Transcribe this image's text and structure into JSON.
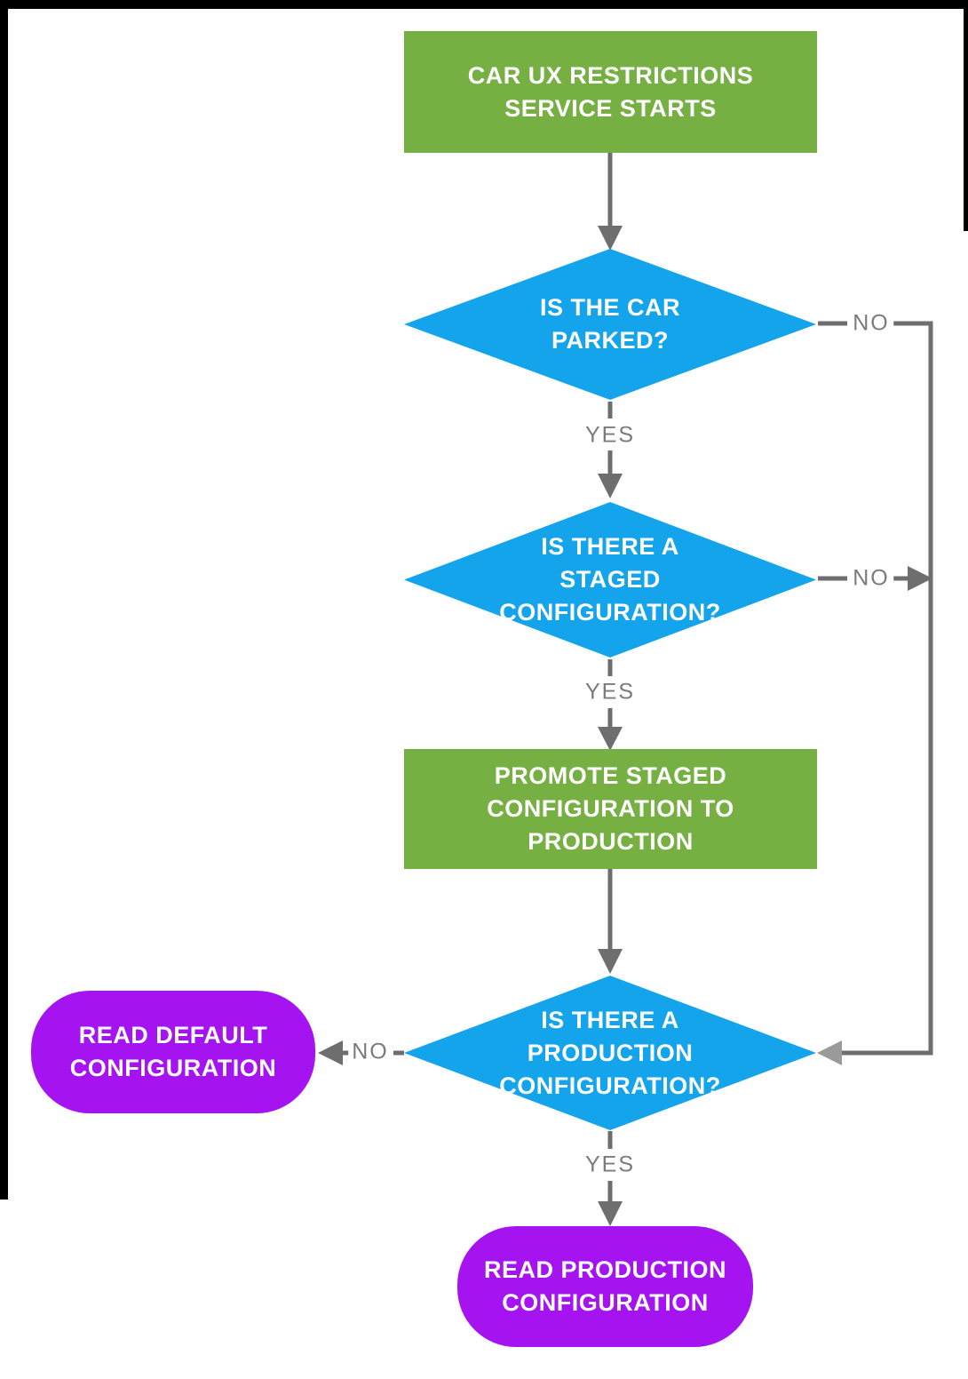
{
  "colors": {
    "process_fill": "#76B043",
    "decision_fill": "#14A4EC",
    "terminal_fill": "#A413F0",
    "connector": "#6E6E6E",
    "merge_arrowhead": "#9A9A9A",
    "node_text": "#FFFFFF",
    "edge_label_text": "#7B7B7B",
    "frame": "#000000",
    "background": "#FFFFFF"
  },
  "nodes": [
    {
      "id": "start",
      "type": "process",
      "lines": [
        "CAR UX RESTRICTIONS",
        "SERVICE STARTS"
      ]
    },
    {
      "id": "is-parked",
      "type": "decision",
      "lines": [
        "IS THE CAR",
        "PARKED?"
      ]
    },
    {
      "id": "is-staged",
      "type": "decision",
      "lines": [
        "IS THERE A",
        "STAGED",
        "CONFIGURATION?"
      ]
    },
    {
      "id": "promote",
      "type": "process",
      "lines": [
        "PROMOTE STAGED",
        "CONFIGURATION TO PRODUCTION"
      ]
    },
    {
      "id": "is-production",
      "type": "decision",
      "lines": [
        "IS THERE A",
        "PRODUCTION",
        "CONFIGURATION?"
      ]
    },
    {
      "id": "read-default",
      "type": "terminal",
      "lines": [
        "READ DEFAULT",
        "CONFIGURATION"
      ]
    },
    {
      "id": "read-production",
      "type": "terminal",
      "lines": [
        "READ PRODUCTION",
        "CONFIGURATION"
      ]
    }
  ],
  "edges": [
    {
      "from": "start",
      "to": "is-parked",
      "label": ""
    },
    {
      "from": "is-parked",
      "to": "is-staged",
      "label": "YES"
    },
    {
      "from": "is-parked",
      "to": "is-production",
      "label": "NO"
    },
    {
      "from": "is-staged",
      "to": "promote",
      "label": "YES"
    },
    {
      "from": "is-staged",
      "to": "is-production",
      "label": "NO"
    },
    {
      "from": "promote",
      "to": "is-production",
      "label": ""
    },
    {
      "from": "is-production",
      "to": "read-default",
      "label": "NO"
    },
    {
      "from": "is-production",
      "to": "read-production",
      "label": "YES"
    }
  ]
}
